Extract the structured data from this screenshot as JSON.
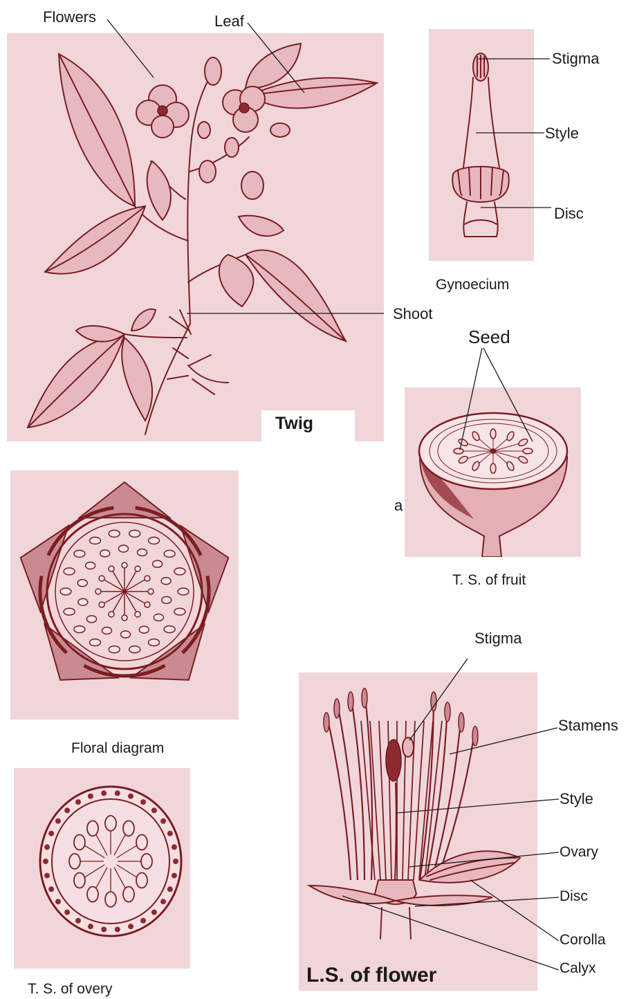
{
  "twig": {
    "caption": "Twig",
    "labels": {
      "flowers": "Flowers",
      "leaf": "Leaf",
      "shoot": "Shoot"
    }
  },
  "gynoecium": {
    "caption": "Gynoecium",
    "labels": {
      "stigma": "Stigma",
      "style": "Style",
      "disc": "Disc"
    }
  },
  "fruit": {
    "caption": "T. S. of fruit",
    "labels": {
      "seed": "Seed"
    },
    "stray_text": "a"
  },
  "floral_diagram": {
    "caption": "Floral diagram"
  },
  "ovary_ts": {
    "caption": "T. S. of overy"
  },
  "flower_ls": {
    "caption": "L.S. of flower",
    "labels": {
      "stigma": "Stigma",
      "stamens": "Stamens",
      "style": "Style",
      "ovary": "Ovary",
      "disc": "Disc",
      "corolla": "Corolla",
      "calyx": "Calyx"
    }
  },
  "colors": {
    "paper": "#f1d6d9",
    "ink": "#7a1d22"
  }
}
